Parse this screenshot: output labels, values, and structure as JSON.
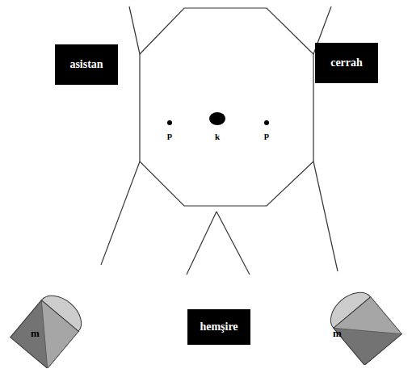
{
  "diagram": {
    "nodes": [
      {
        "text": [
          "asistan"
        ]
      },
      {
        "text": [
          "cerrah"
        ]
      },
      {
        "text": [
          "m"
        ]
      },
      {
        "text": [
          "hemşire"
        ]
      },
      {
        "text": [
          "m"
        ]
      }
    ],
    "labels": [
      "p",
      "k",
      "p"
    ]
  }
}
